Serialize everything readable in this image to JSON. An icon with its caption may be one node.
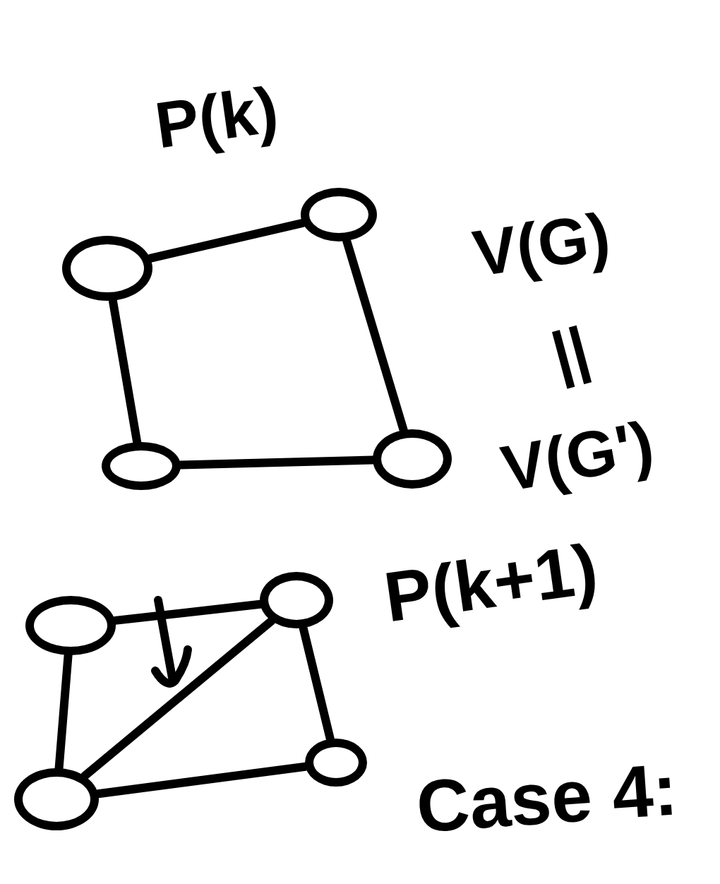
{
  "diagram": {
    "nodes": [
      {
        "text": [],
        "shape": "circle"
      },
      {
        "text": [],
        "shape": "circle"
      },
      {
        "text": [],
        "shape": "circle"
      },
      {
        "text": [],
        "shape": "circle"
      },
      {
        "text": [],
        "shape": "circle"
      },
      {
        "text": [],
        "shape": "circle"
      },
      {
        "text": [],
        "shape": "circle"
      },
      {
        "text": [],
        "shape": "circle"
      }
    ],
    "edges": [
      {
        "from": 0,
        "to": 1,
        "arrow": "none"
      },
      {
        "from": 1,
        "to": 3,
        "arrow": "none"
      },
      {
        "from": 3,
        "to": 2,
        "arrow": "none"
      },
      {
        "from": 2,
        "to": 0,
        "arrow": "none"
      },
      {
        "from": 4,
        "to": 5,
        "arrow": "none"
      },
      {
        "from": 4,
        "to": 6,
        "arrow": "none"
      },
      {
        "from": 5,
        "to": 7,
        "arrow": "none"
      },
      {
        "from": 6,
        "to": 7,
        "arrow": "none"
      },
      {
        "from": 6,
        "to": 5,
        "arrow": "none"
      }
    ],
    "labels": [
      "P(k)",
      "V(G)",
      "||",
      "V(G')",
      "P(k+1)",
      "Case 4:"
    ]
  }
}
